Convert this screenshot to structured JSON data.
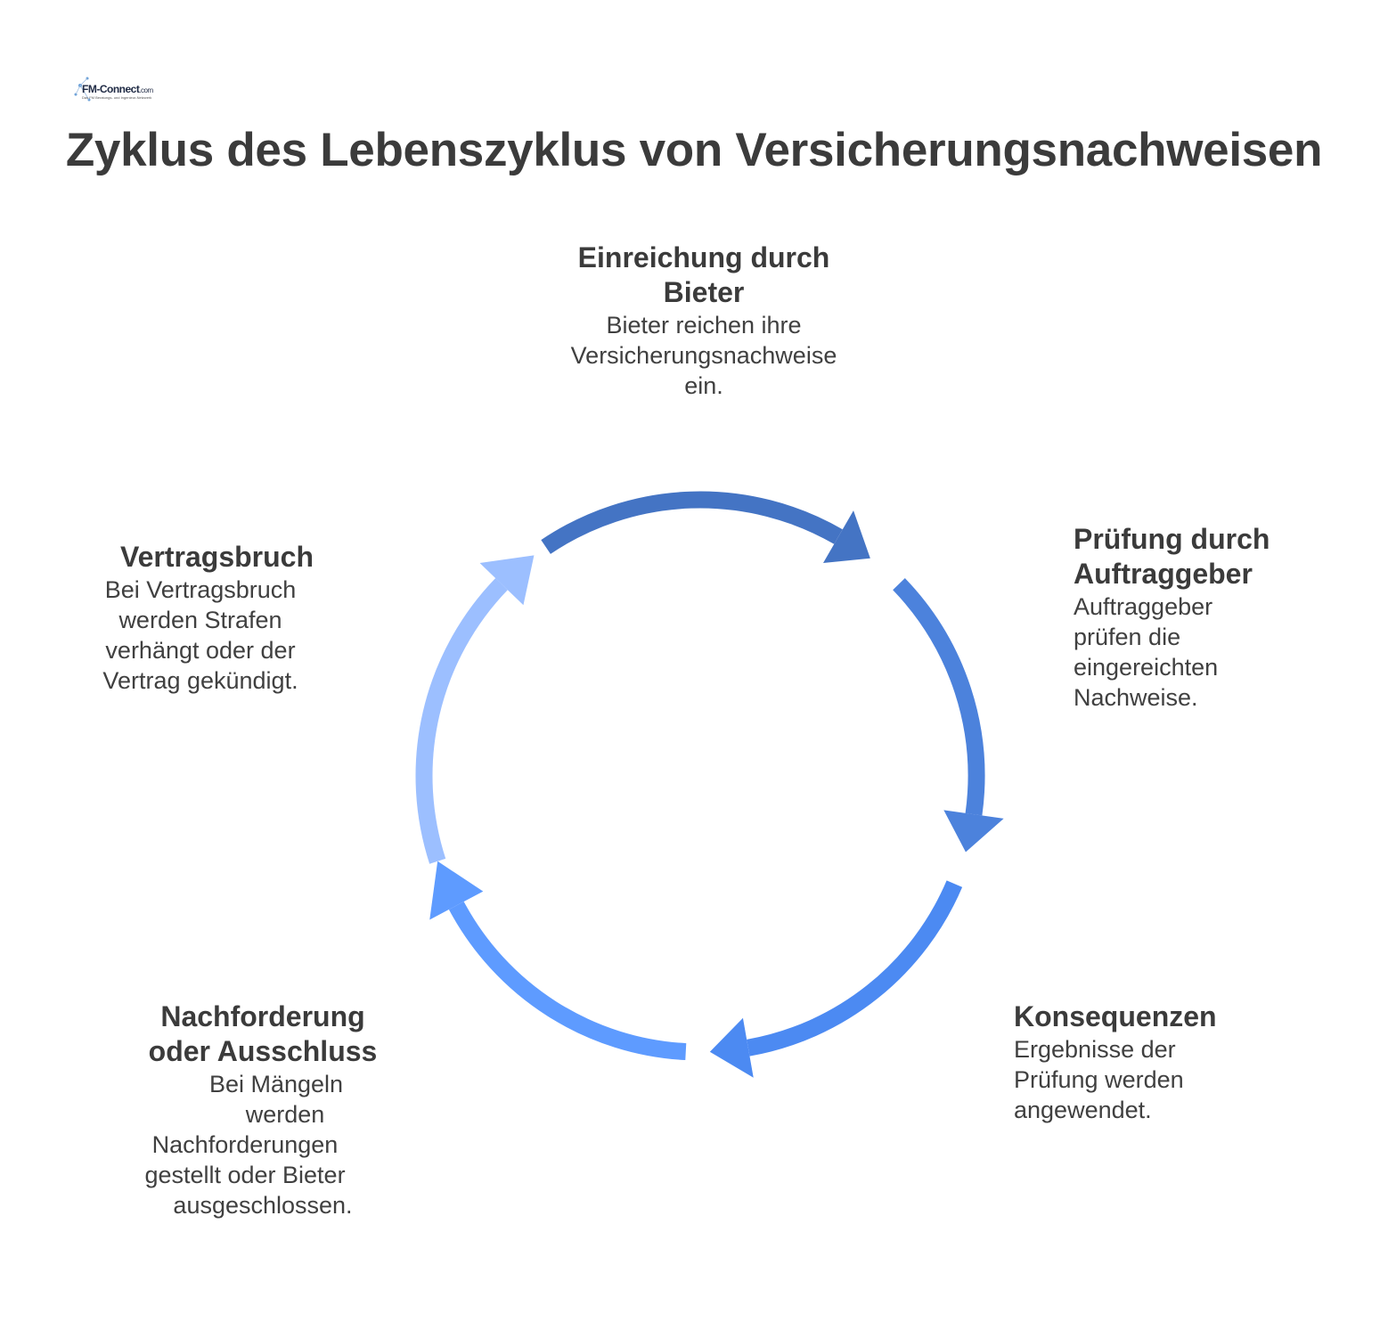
{
  "logo": {
    "text": "FM-Connect",
    "suffix": ".com",
    "tagline": "Das FM Beratungs- und Ingenieur-Netzwerk"
  },
  "title": "Zyklus des Lebenszyklus von Versicherungsnachweisen",
  "steps": [
    {
      "title": "Einreichung durch Bieter",
      "title_lines": [
        "Einreichung durch",
        "Bieter"
      ],
      "desc_lines": [
        "Bieter reichen ihre",
        "Versicherungsnachweise",
        "ein."
      ],
      "color": "#4474c4"
    },
    {
      "title": "Prüfung durch Auftraggeber",
      "title_lines": [
        "Prüfung durch",
        "Auftraggeber"
      ],
      "desc_lines": [
        "Auftraggeber",
        "prüfen die",
        "eingereichten",
        "Nachweise."
      ],
      "color": "#4c82dc"
    },
    {
      "title": "Konsequenzen",
      "title_lines": [
        "Konsequenzen"
      ],
      "desc_lines": [
        "Ergebnisse der",
        "Prüfung werden",
        "angewendet."
      ],
      "color": "#4c8af2"
    },
    {
      "title": "Nachforderung oder Ausschluss",
      "title_lines": [
        "Nachforderung",
        "oder Ausschluss"
      ],
      "desc_lines": [
        "Bei Mängeln",
        "werden",
        "Nachforderungen",
        "gestellt oder Bieter",
        "ausgeschlossen."
      ],
      "color": "#5e9bff"
    },
    {
      "title": "Vertragsbruch",
      "title_lines": [
        "Vertragsbruch"
      ],
      "desc_lines": [
        "Bei Vertragsbruch",
        "werden Strafen",
        "verhängt oder der",
        "Vertrag gekündigt."
      ],
      "color": "#9cbfff"
    }
  ]
}
